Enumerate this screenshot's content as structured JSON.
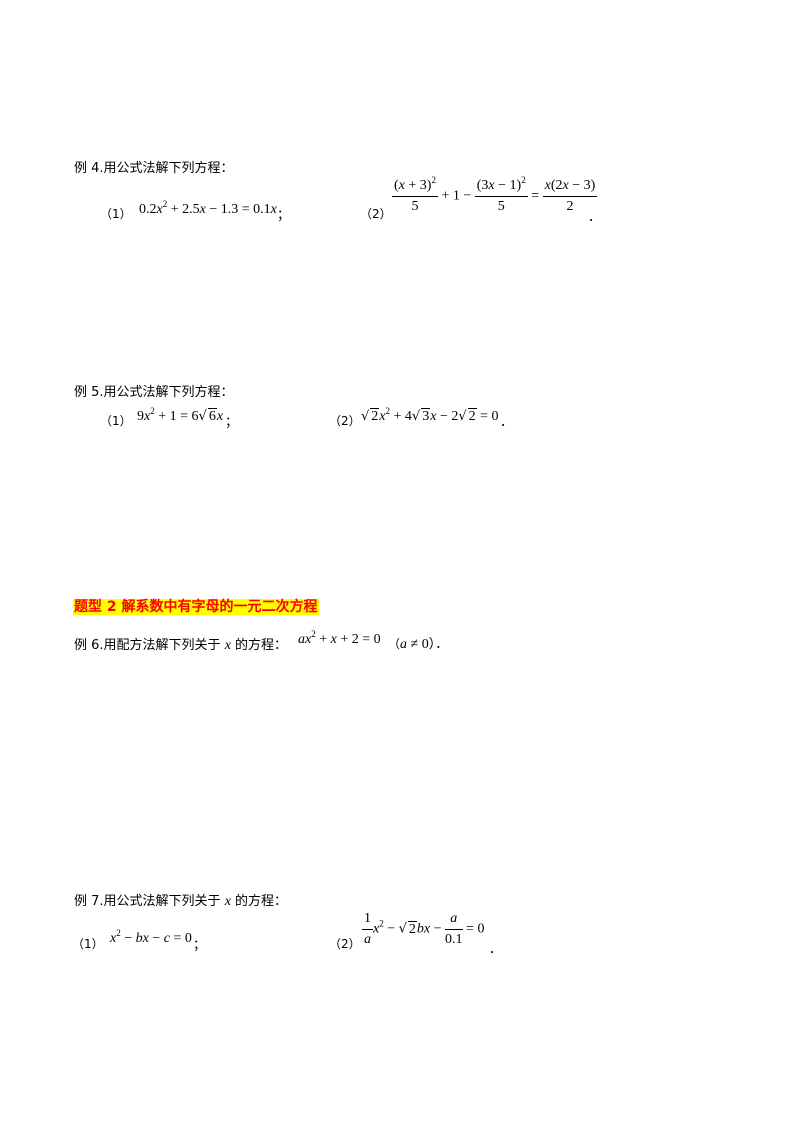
{
  "example4": {
    "title": "例 4.用公式法解下列方程：",
    "item1_label": "（1）",
    "item1_end": "；",
    "item2_label": "（2）",
    "item2_end": "．"
  },
  "example5": {
    "title": "例 5.用公式法解下列方程：",
    "item1_label": "（1）",
    "item1_end": "；",
    "item2_label": "（2）",
    "item2_end": "．"
  },
  "section": {
    "heading": "题型 2 解系数中有字母的一元二次方程"
  },
  "example6": {
    "title": "例 6.用配方法解下列关于",
    "var": "x",
    "title_after": "的方程：",
    "cond_open": "（",
    "cond_close": "）．"
  },
  "example7": {
    "title": "例 7.用公式法解下列关于",
    "var": "x",
    "title_after": "的方程：",
    "item1_label": "（1）",
    "item1_end": "；",
    "item2_label": "（2）",
    "item2_end": "．"
  }
}
